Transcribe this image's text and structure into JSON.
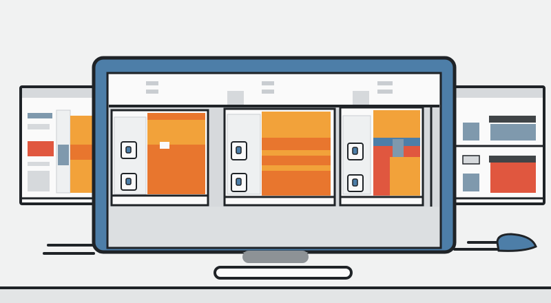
{
  "scene": {
    "subject": "illustration",
    "colors": {
      "background": "#f1f2f2",
      "outline": "#1f2327",
      "monitor_blue": "#4d7ea8",
      "orange": "#f2a23a",
      "orange_deep": "#e8762e",
      "red": "#e0573f",
      "grey_light": "#d6d9dc",
      "white": "#fafafa",
      "slate": "#7f99ad"
    },
    "panels": [
      {
        "id": "left-screen"
      },
      {
        "id": "main-monitor"
      },
      {
        "id": "right-screen"
      }
    ]
  }
}
